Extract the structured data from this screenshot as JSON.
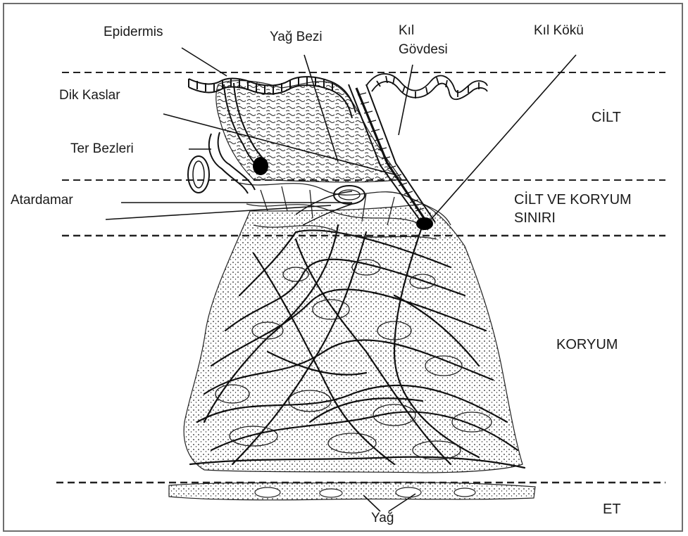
{
  "labels": {
    "epidermis": "Epidermis",
    "yag_bezi": "Yağ Bezi",
    "kil_govdesi_1": "Kıl",
    "kil_govdesi_2": "Gövdesi",
    "kil_koku": "Kıl Kökü",
    "dik_kaslar": "Dik Kaslar",
    "ter_bezleri": "Ter Bezleri",
    "atardamar": "Atardamar",
    "yag": "Yağ"
  },
  "zones": {
    "cilt": "CİLT",
    "sinir_1": "CİLT VE KORYUM",
    "sinir_2": "SINIRI",
    "koryum": "KORYUM",
    "et": "ET"
  }
}
